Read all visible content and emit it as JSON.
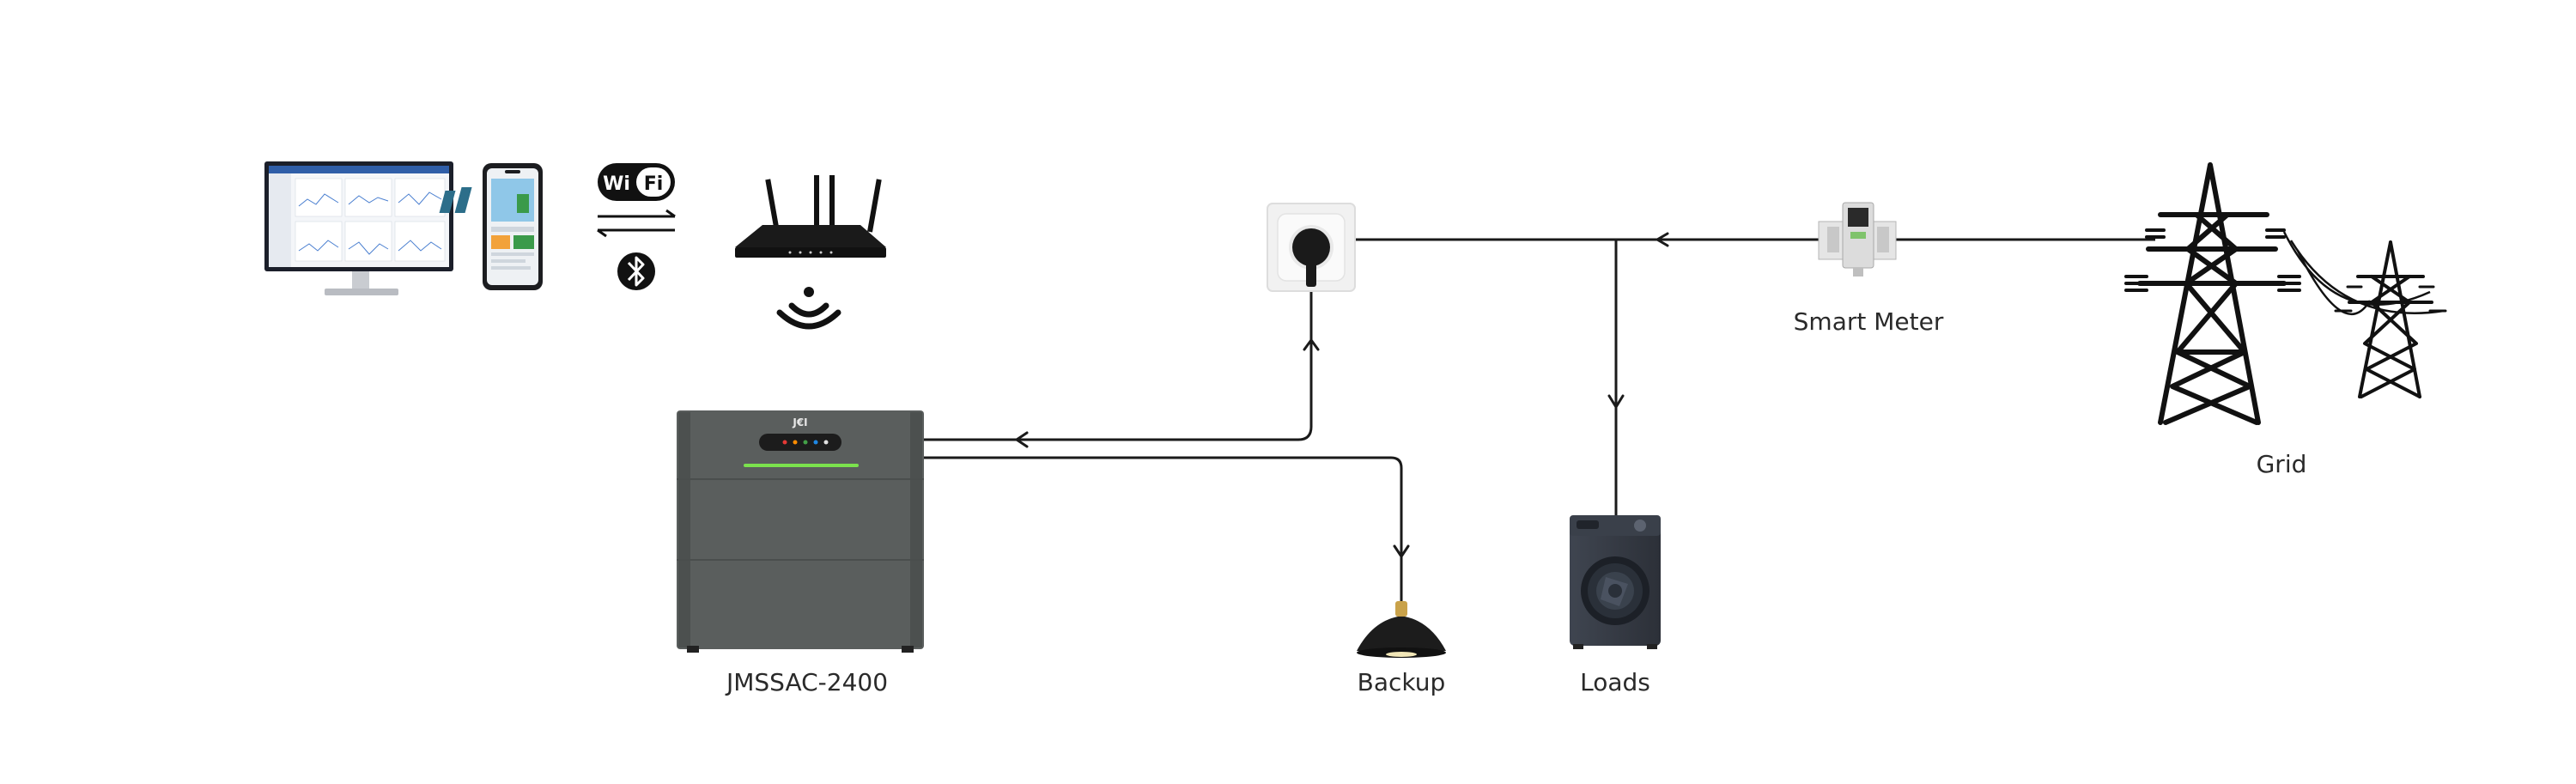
{
  "labels": {
    "battery": "JMSSAC-2400",
    "backup": "Backup",
    "loads": "Loads",
    "smart_meter": "Smart Meter",
    "grid": "Grid"
  },
  "wifi_badge": {
    "wi": "Wi",
    "fi": "Fi"
  },
  "battery_brand": "J€I",
  "colors": {
    "line": "#1a1a1a",
    "battery_body": "#5b5f5e",
    "battery_accent_green": "#7be24d",
    "pylon": "#111111"
  }
}
